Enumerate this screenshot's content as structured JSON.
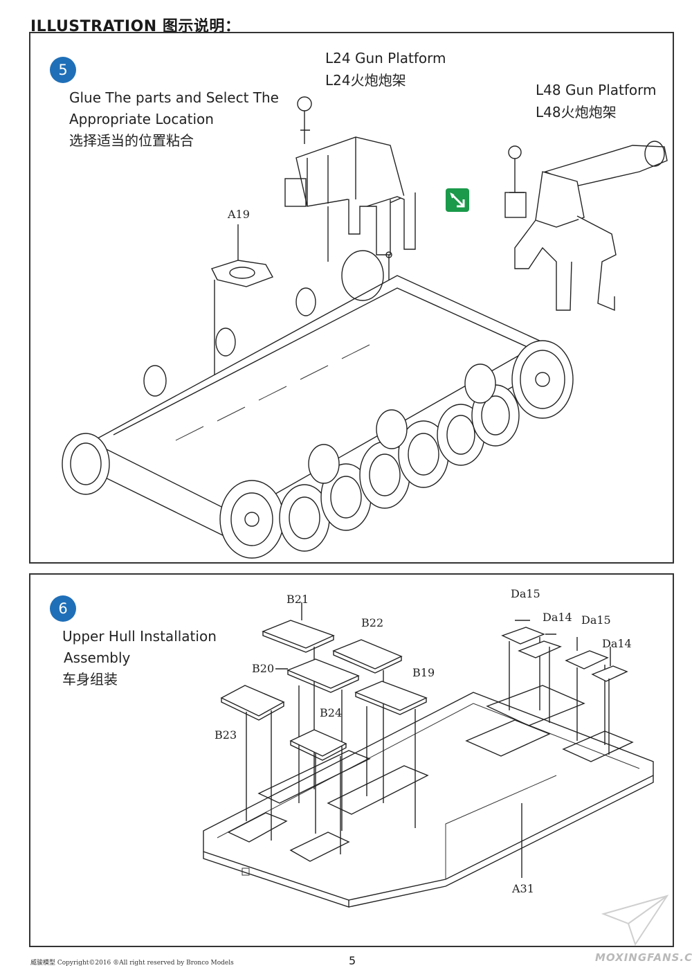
{
  "header": {
    "title": "ILLUSTRATION 图示说明："
  },
  "step5": {
    "number": "5",
    "instruction_en_1": "Glue The parts and Select The",
    "instruction_en_2": "Appropriate Location",
    "instruction_cn": "选择适当的位置粘合",
    "l24_en": "L24 Gun Platform",
    "l24_cn": "L24火炮炮架",
    "l48_en": "L48 Gun Platform",
    "l48_cn": "L48火炮炮架",
    "part_a19": "A19"
  },
  "step6": {
    "number": "6",
    "title_en_1": "Upper Hull Installation",
    "title_en_2": "Assembly",
    "title_cn": "车身组装",
    "parts": {
      "b21": "B21",
      "b22": "B22",
      "b20": "B20",
      "b19": "B19",
      "b24": "B24",
      "b23": "B23",
      "da15_a": "Da15",
      "da14_a": "Da14",
      "da15_b": "Da15",
      "da14_b": "Da14",
      "a31": "A31"
    }
  },
  "footer": {
    "copyright": "威骏模型  Copyright©2016  ®All right reserved by Bronco Models",
    "page_number": "5",
    "watermark": "MOXINGFANS.COM"
  },
  "colors": {
    "badge": "#1f6fb8",
    "swap_icon": "#1a9a4a"
  }
}
